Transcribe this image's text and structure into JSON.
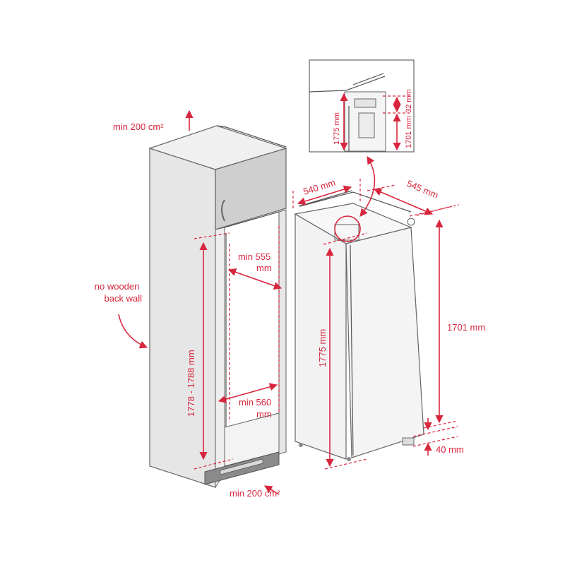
{
  "labels": {
    "vent_top": "min 200 cm²",
    "vent_bottom": "min 200 cm²",
    "no_back_wall": "no wooden back wall",
    "niche_height": "1778 - 1788 mm",
    "depth_555": "min 555 mm",
    "width_560": "min 560 mm",
    "appliance_width": "540 mm",
    "appliance_depth": "545 mm",
    "appliance_height_1775": "1775 mm",
    "appliance_height_1701": "1701 mm",
    "base_40": "40 mm",
    "detail_1775": "1775 mm",
    "detail_1701": "1701 mm",
    "detail_32": "32 mm"
  },
  "colors": {
    "accent": "#d7263d",
    "cabinet_front": "#e8e8e8",
    "cabinet_side": "#dcdcdc",
    "door_panel": "#c9c9c9",
    "appliance": "#f1f1f1",
    "plinth": "#8a8a8a"
  }
}
